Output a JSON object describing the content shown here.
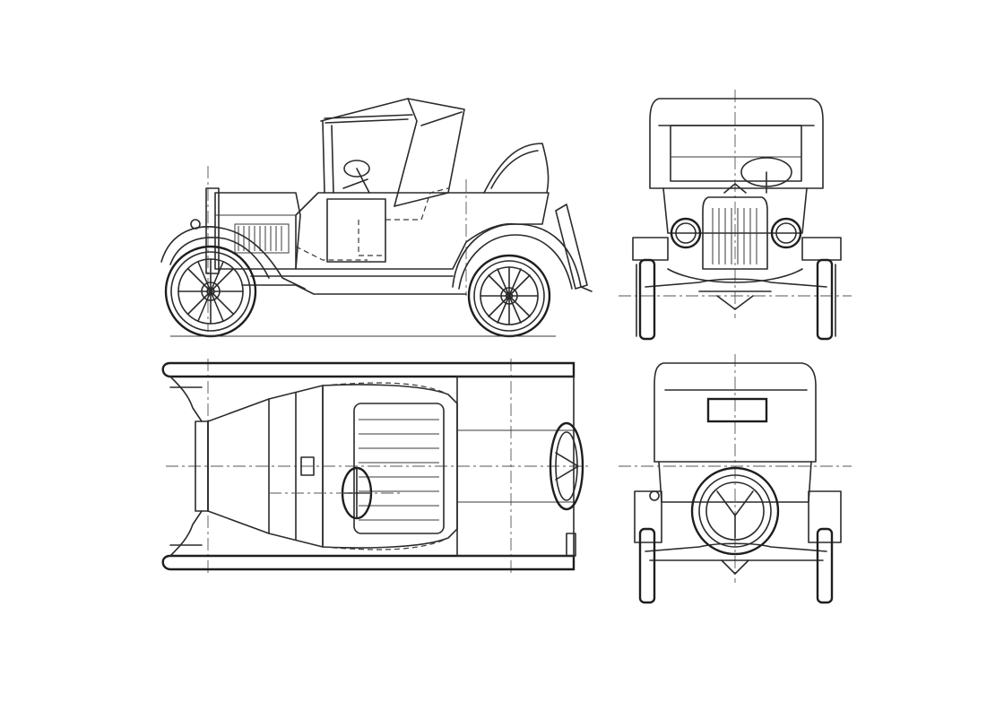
{
  "drawing": {
    "subject": "",
    "views": [
      {
        "id": "side"
      },
      {
        "id": "front"
      },
      {
        "id": "top"
      },
      {
        "id": "rear"
      }
    ]
  }
}
